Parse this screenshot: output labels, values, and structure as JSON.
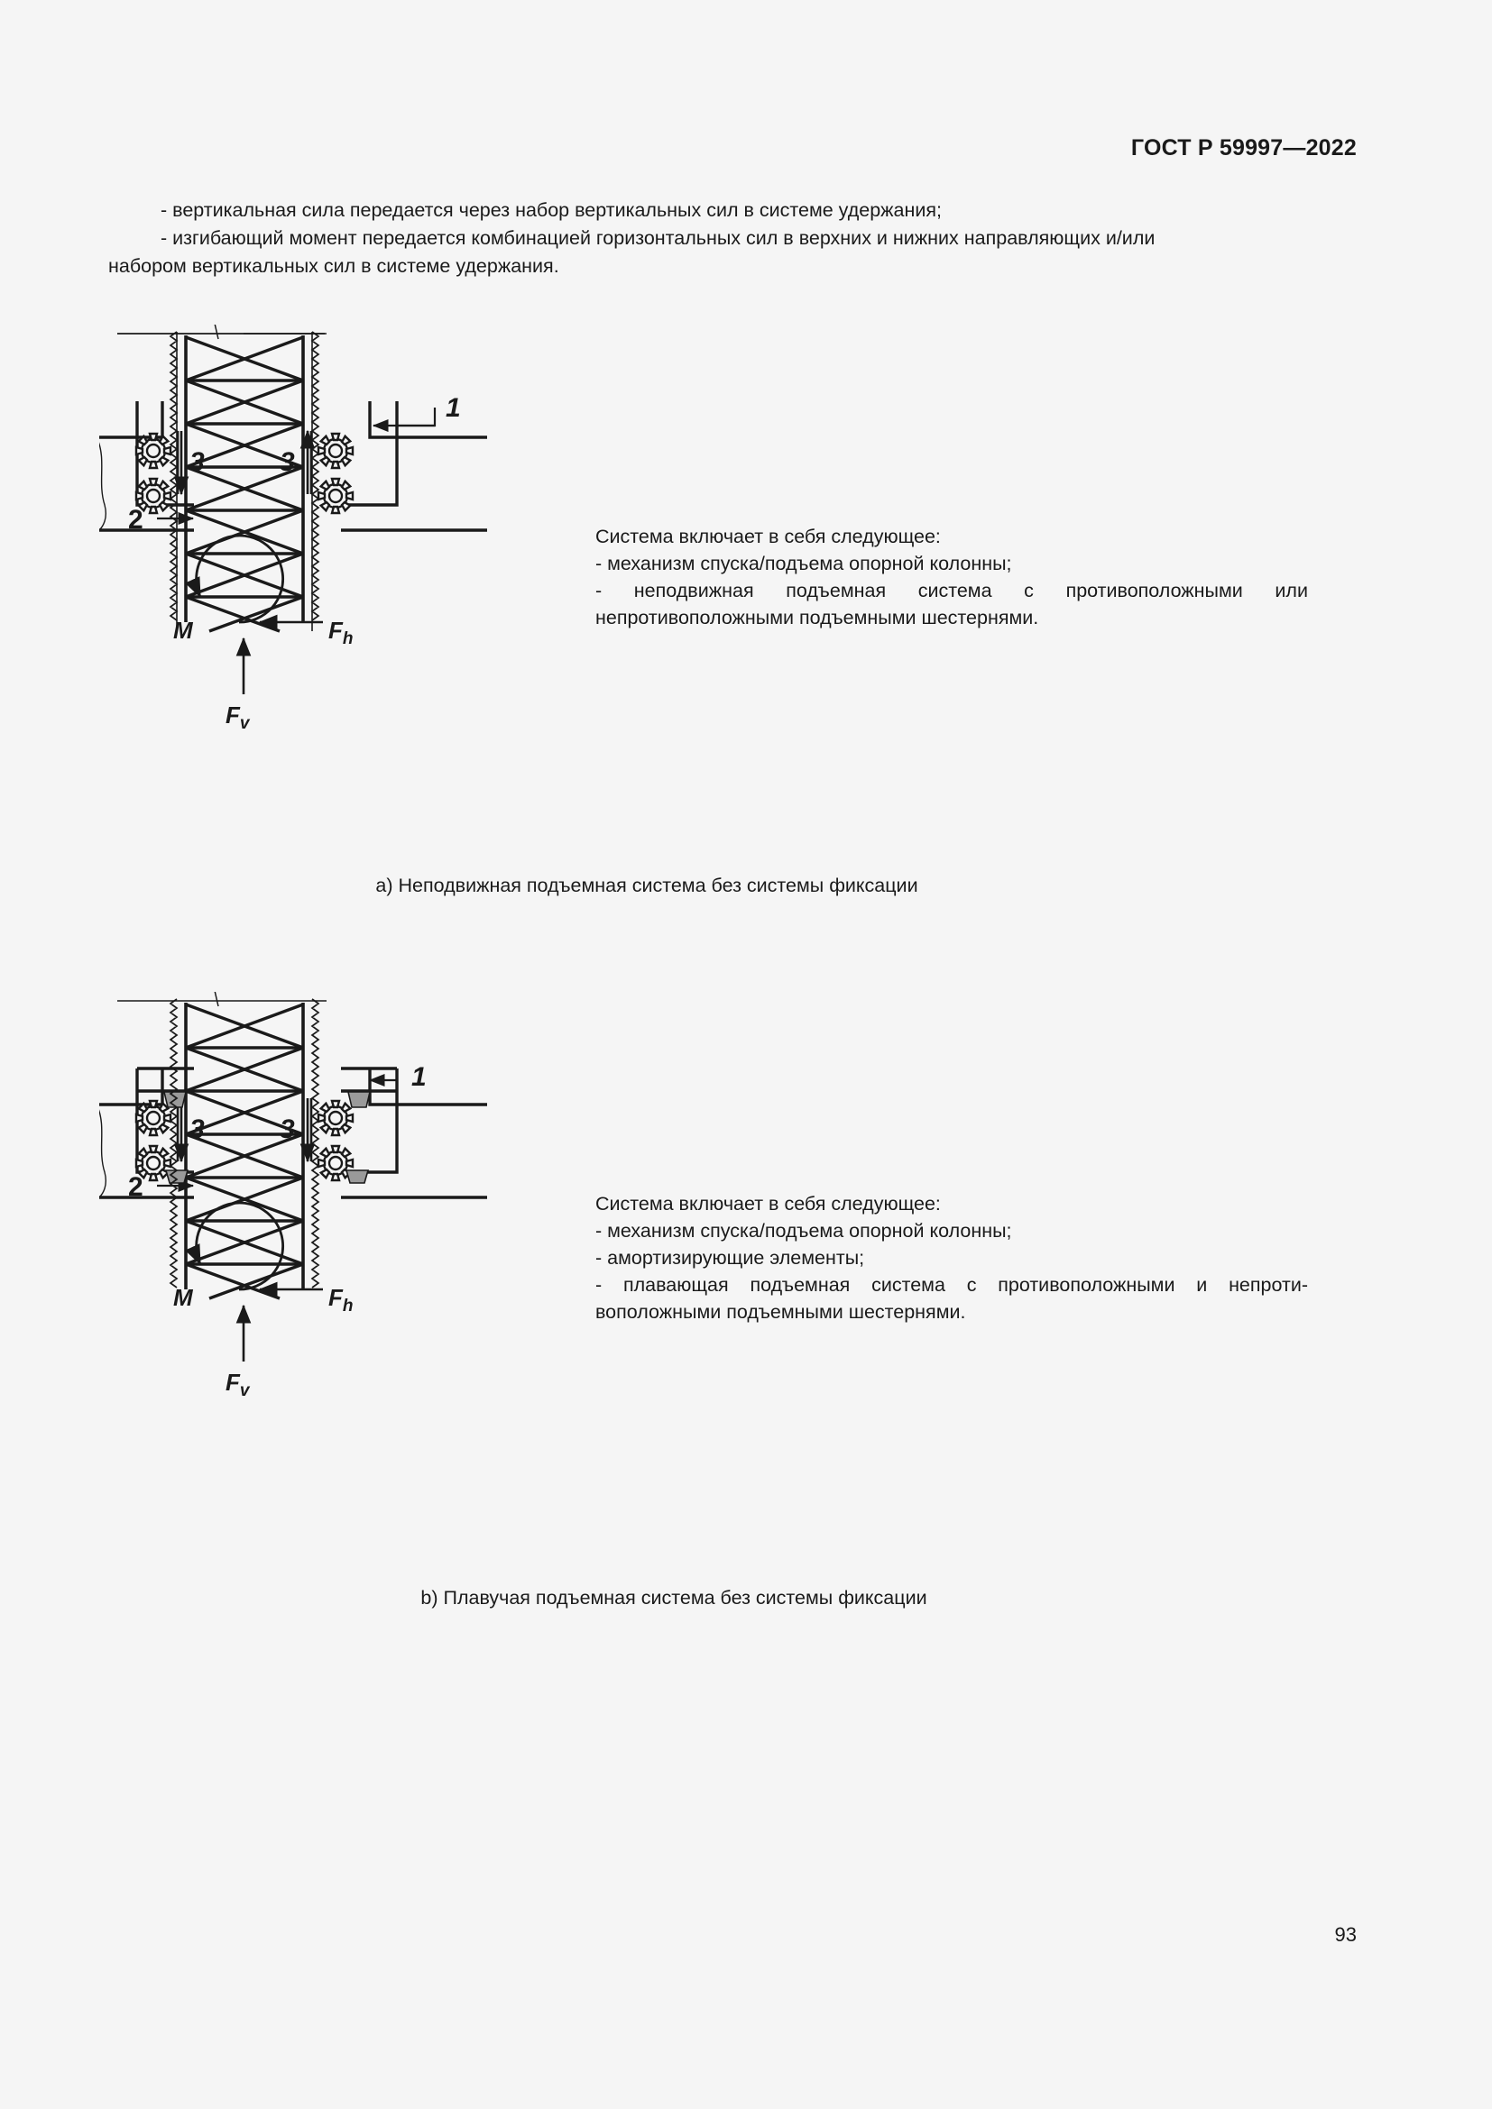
{
  "document": {
    "standard_header": "ГОСТ Р 59997—2022",
    "page_number": "93"
  },
  "intro": {
    "line1": "- вертикальная сила передается через набор вертикальных сил в системе удержания;",
    "line2": "- изгибающий момент передается комбинацией горизонтальных сил в верхних и нижних направляющих и/или",
    "line3": "набором вертикальных сил в системе удержания."
  },
  "figures": [
    {
      "id": "a",
      "caption": "a) Неподвижная подъемная система без системы фиксации",
      "note": {
        "heading": "Система включает в себя следующее:",
        "items": [
          "- механизм спуска/подъема опорной колонны;",
          "-  неподвижная  подъемная  система  с  противоположными  или непротивоположными подъемными шестернями."
        ]
      },
      "callouts": {
        "jack_house": "1",
        "hull": "2",
        "pinion_left": "3",
        "pinion_right": "3"
      },
      "forces": {
        "moment": "M",
        "horizontal": "F",
        "horizontal_sub": "h",
        "vertical": "F",
        "vertical_sub": "v"
      },
      "pinion_arrow_left": "down",
      "pinion_arrow_right": "up",
      "has_shock_absorbers": false
    },
    {
      "id": "b",
      "caption": "b) Плавучая подъемная система без системы фиксации",
      "note": {
        "heading": "Система включает в себя следующее:",
        "items": [
          "- механизм спуска/подъема опорной колонны;",
          "- амортизирующие элементы;",
          "- плавающая подъемная система с противоположными и непроти-воположными подъемными шестернями."
        ]
      },
      "callouts": {
        "jack_house": "1",
        "hull": "2",
        "pinion_left": "3",
        "pinion_right": "3"
      },
      "forces": {
        "moment": "M",
        "horizontal": "F",
        "horizontal_sub": "h",
        "vertical": "F",
        "vertical_sub": "v"
      },
      "pinion_arrow_left": "down",
      "pinion_arrow_right": "down",
      "has_shock_absorbers": true
    }
  ],
  "colors": {
    "page_background": "#f5f5f5",
    "ink": "#1a1a1a",
    "shock_absorber_fill": "#9a9a9a"
  }
}
